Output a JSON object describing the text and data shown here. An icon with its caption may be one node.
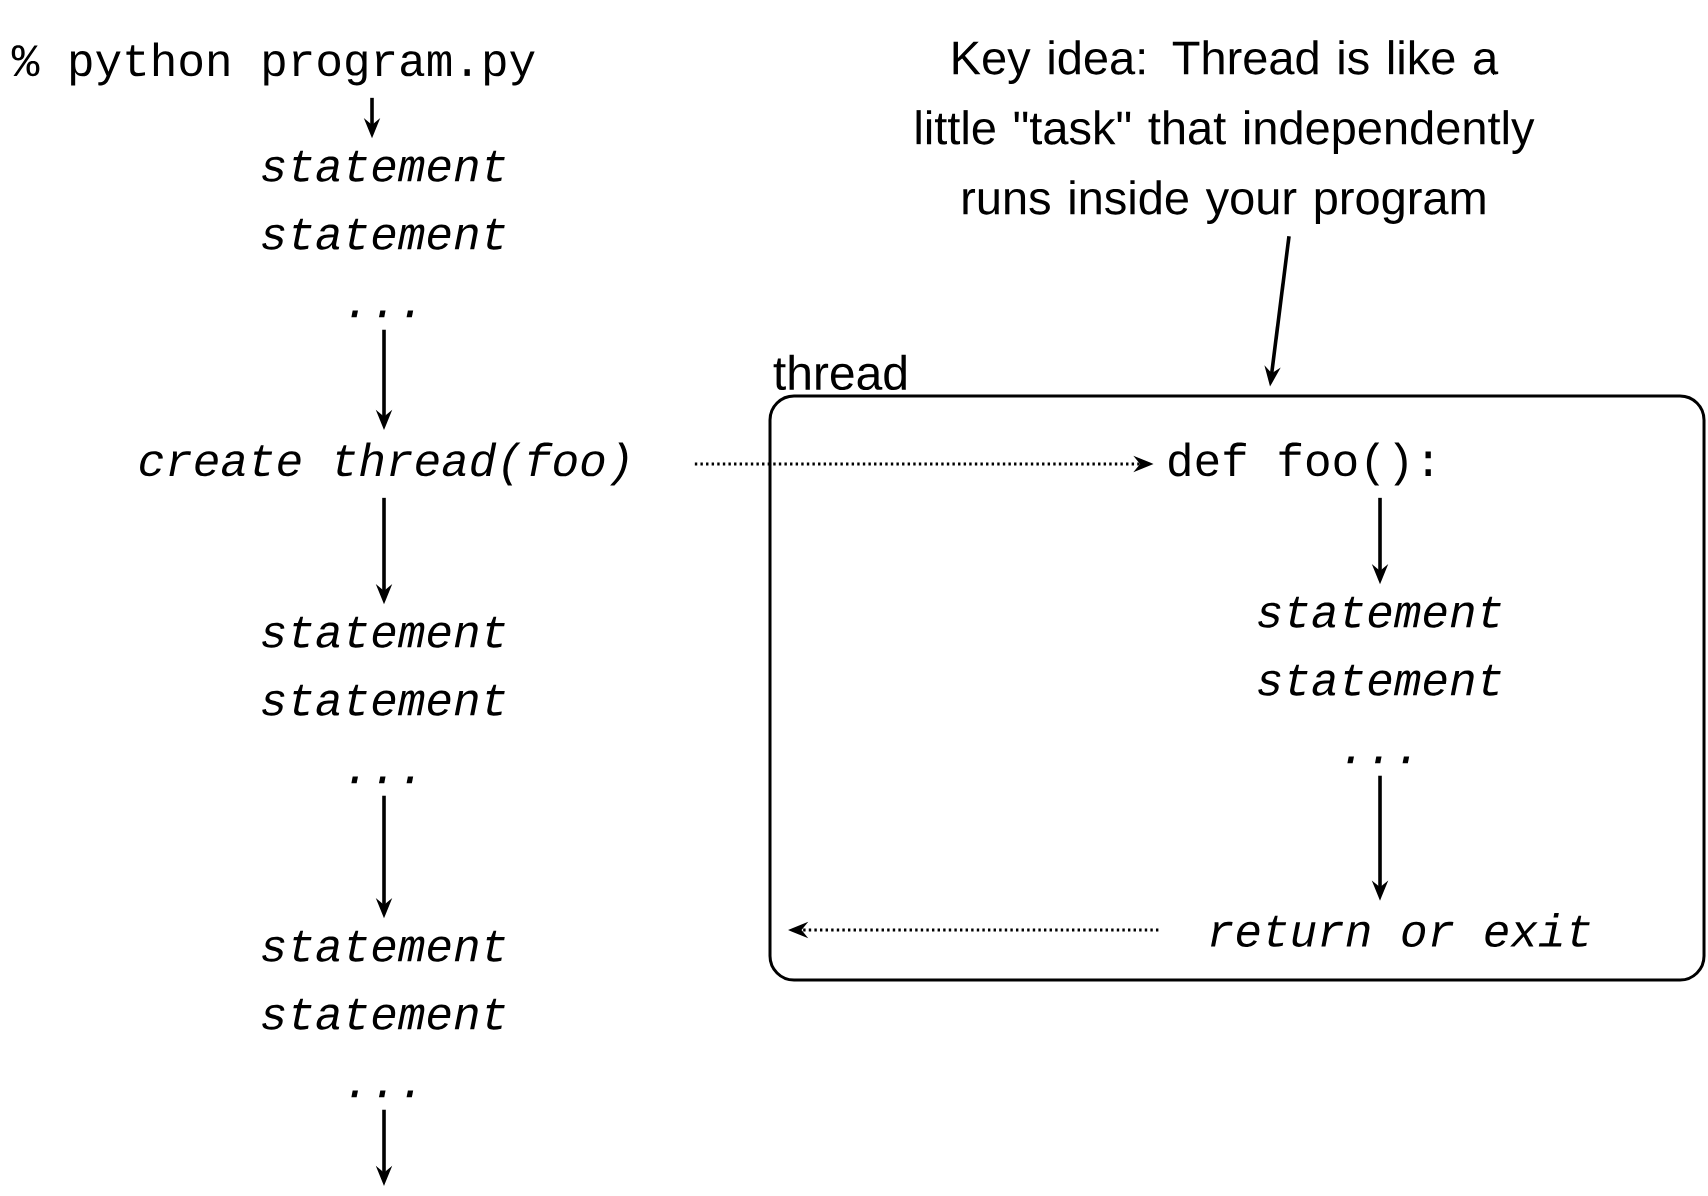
{
  "diagram": {
    "nodes": [
      {
        "text": [
          "% python program.py"
        ]
      },
      {
        "text": [
          "Key idea: Thread is like a little \"task\" that independently runs inside your program"
        ]
      },
      {
        "text": [
          "statement",
          "statement",
          "..."
        ]
      },
      {
        "text": [
          "create thread(foo)"
        ]
      },
      {
        "text": [
          "thread"
        ]
      },
      {
        "text": [
          "def foo():"
        ],
        "in": 4
      },
      {
        "text": [
          "statement",
          "statement",
          "..."
        ],
        "in": 4
      },
      {
        "text": [
          "return or exit"
        ],
        "in": 4
      },
      {
        "text": [
          "statement",
          "statement",
          "..."
        ]
      },
      {
        "text": [
          "statement",
          "statement",
          "..."
        ]
      }
    ],
    "edges": [
      {
        "from": 0,
        "to": 2,
        "arrow": "to"
      },
      {
        "from": 2,
        "to": 3,
        "arrow": "to"
      },
      {
        "from": 3,
        "to": 8,
        "arrow": "to"
      },
      {
        "from": 8,
        "to": 9,
        "arrow": "to"
      },
      {
        "from": 9,
        "to": null,
        "arrow": "to"
      },
      {
        "from": 3,
        "to": 5,
        "arrow": "to",
        "style": "dashed"
      },
      {
        "from": 5,
        "to": 6,
        "arrow": "to"
      },
      {
        "from": 6,
        "to": 7,
        "arrow": "to"
      },
      {
        "from": 7,
        "to": null,
        "arrow": "to",
        "style": "dashed"
      },
      {
        "from": 1,
        "to": 4,
        "arrow": "to"
      }
    ]
  }
}
